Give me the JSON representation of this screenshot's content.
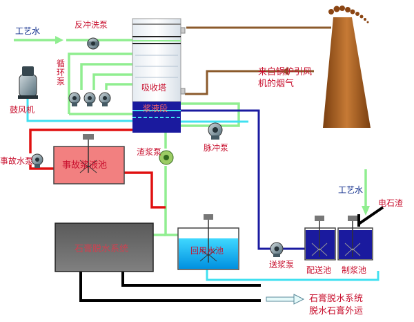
{
  "labels": {
    "process_water_left": "工艺水",
    "backwash_pump": "反冲洗泵",
    "circulation_pump": "循环泵",
    "absorber_tower": "吸收塔",
    "slurry_section": "浆液段",
    "flue_gas_from_boiler": "来自锅炉引风机的烟气",
    "blower": "鼓风机",
    "accident_pump": "事故水泵",
    "accident_slurry_tank": "事故浆液池",
    "slurry_pump": "渣浆泵",
    "pulse_pump": "脉冲泵",
    "gypsum_dewatering_system": "石膏脱水系统",
    "return_water_tank": "回用水池",
    "process_water_right": "工艺水",
    "calcium_carbide_slag": "电石渣",
    "slurry_feed_pump": "送浆泵",
    "slurry_delivery_tank": "配送池",
    "slurry_prep_tank": "制浆池",
    "output_line1": "石膏脱水系统",
    "output_line2": "脱水石膏外运"
  },
  "colors": {
    "green_pipe": "#90ee90",
    "cyan_pipe": "#40e0f0",
    "red_pipe": "#e01010",
    "navy_pipe": "#1a1aa0",
    "brown_pipe": "#8b5a2b",
    "black_pipe": "#000000",
    "label_red": "#c8102e",
    "label_blue": "#0b2a8a",
    "chimney": "#b5651d",
    "accident_tank_fill": "#f28080",
    "gypsum_box_fill": "#6e6e6e",
    "water_fill": "#00bfff",
    "slurry_fill": "#1a1a9e"
  }
}
